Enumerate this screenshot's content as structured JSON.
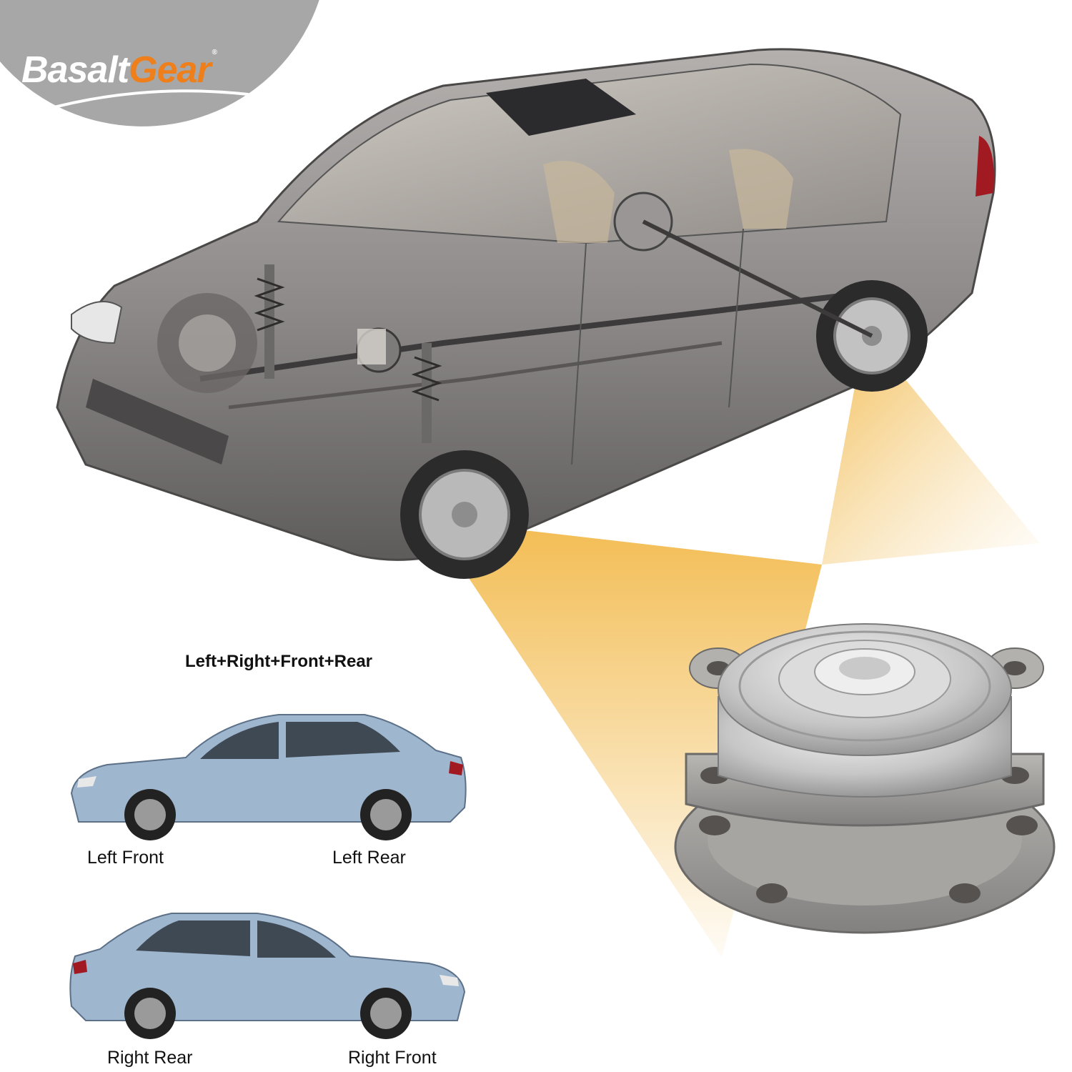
{
  "brand": {
    "name_part1": "Basalt",
    "name_part2": "Gear",
    "registered_mark": "®",
    "badge_color": "#a7a7a8",
    "accent_color": "#ef7f1a"
  },
  "main_illustration": {
    "icon": "sedan-cutaway-icon",
    "body_color": "#8e8a8a"
  },
  "highlight": {
    "beam_color": "#f2b94a"
  },
  "product": {
    "icon": "wheel-hub-bearing-icon"
  },
  "fitment": {
    "title": "Left+Right+Front+Rear",
    "car_color": "#9fb6cf",
    "top_car": {
      "icon": "sedan-side-left-icon",
      "label_front": "Left Front",
      "label_rear": "Left Rear"
    },
    "bottom_car": {
      "icon": "sedan-side-right-icon",
      "label_rear": "Right Rear",
      "label_front": "Right Front"
    }
  }
}
